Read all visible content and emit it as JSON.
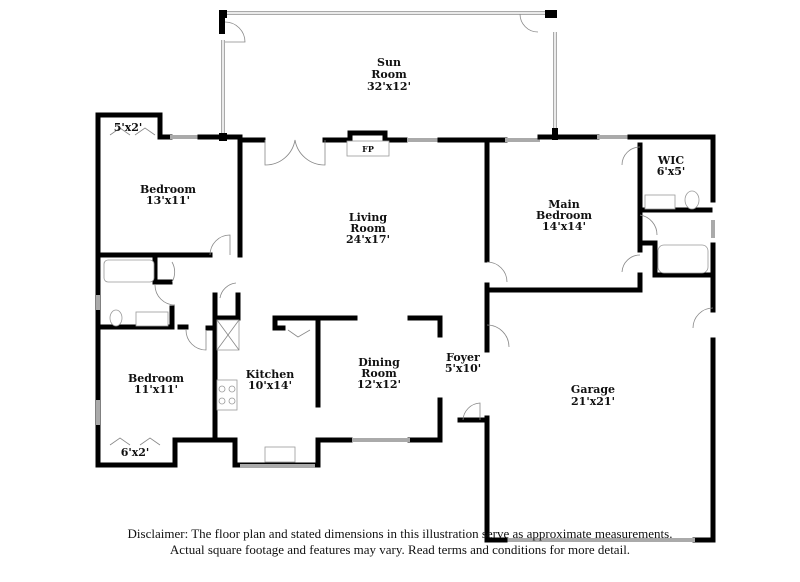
{
  "rooms": {
    "sun_room": {
      "name_1": "Sun",
      "name_2": "Room",
      "size": "32'x12'"
    },
    "living_room": {
      "name_1": "Living",
      "name_2": "Room",
      "size": "24'x17'"
    },
    "fireplace": "FP",
    "bedroom_1": {
      "name": "Bedroom",
      "size": "13'x11'"
    },
    "closet_1": "5'x2'",
    "bedroom_2": {
      "name": "Bedroom",
      "size": "11'x11'"
    },
    "closet_2": "6'x2'",
    "kitchen": {
      "name": "Kitchen",
      "size": "10'x14'"
    },
    "dining_room": {
      "name_1": "Dining",
      "name_2": "Room",
      "size": "12'x12'"
    },
    "foyer": {
      "name": "Foyer",
      "size": "5'x10'"
    },
    "main_bedroom": {
      "name_1": "Main",
      "name_2": "Bedroom",
      "size": "14'x14'"
    },
    "wic": {
      "name": "WIC",
      "size": "6'x5'"
    },
    "garage": {
      "name": "Garage",
      "size": "21'x21'"
    }
  },
  "disclaimer": {
    "line_1": "Disclaimer: The floor plan and stated dimensions in this illustration serve as approximate measurements.",
    "line_2": "Actual square footage and features may vary. Read terms and conditions for more detail."
  }
}
